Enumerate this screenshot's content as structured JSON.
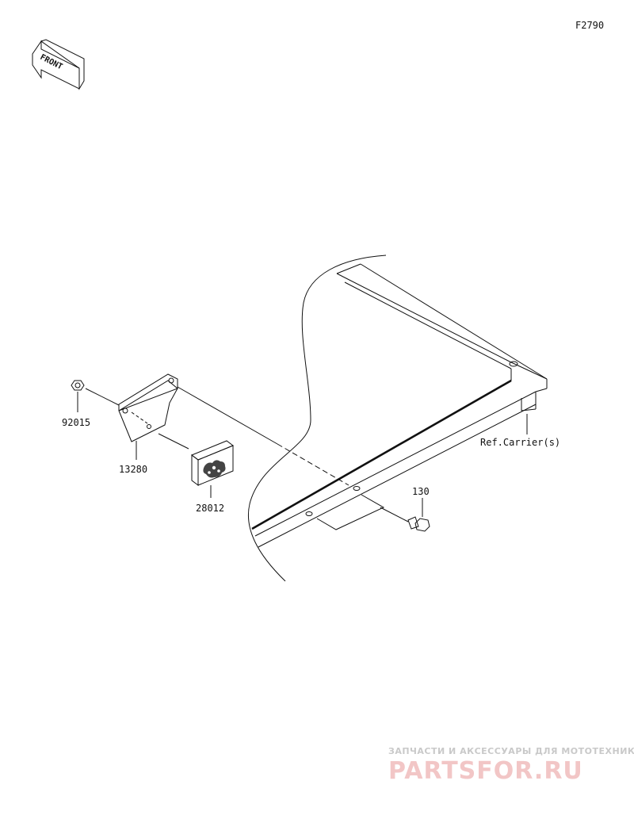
{
  "diagram_code": "F2790",
  "front_arrow": {
    "label": "FRONT",
    "icon": "front-direction-arrow-icon"
  },
  "parts": [
    {
      "number": "92015"
    },
    {
      "number": "13280"
    },
    {
      "number": "28012"
    },
    {
      "number": "130"
    }
  ],
  "reference_label": "Ref.Carrier(s)",
  "watermark": {
    "tagline": "ЗАПЧАСТИ И АКСЕССУАРЫ ДЛЯ МОТОТЕХНИКИ",
    "brand": "PARTSFOR.RU"
  },
  "colors": {
    "line": "#111111",
    "watermark_tagline": "#c9c9c9",
    "watermark_brand": "#f2c6c6"
  }
}
